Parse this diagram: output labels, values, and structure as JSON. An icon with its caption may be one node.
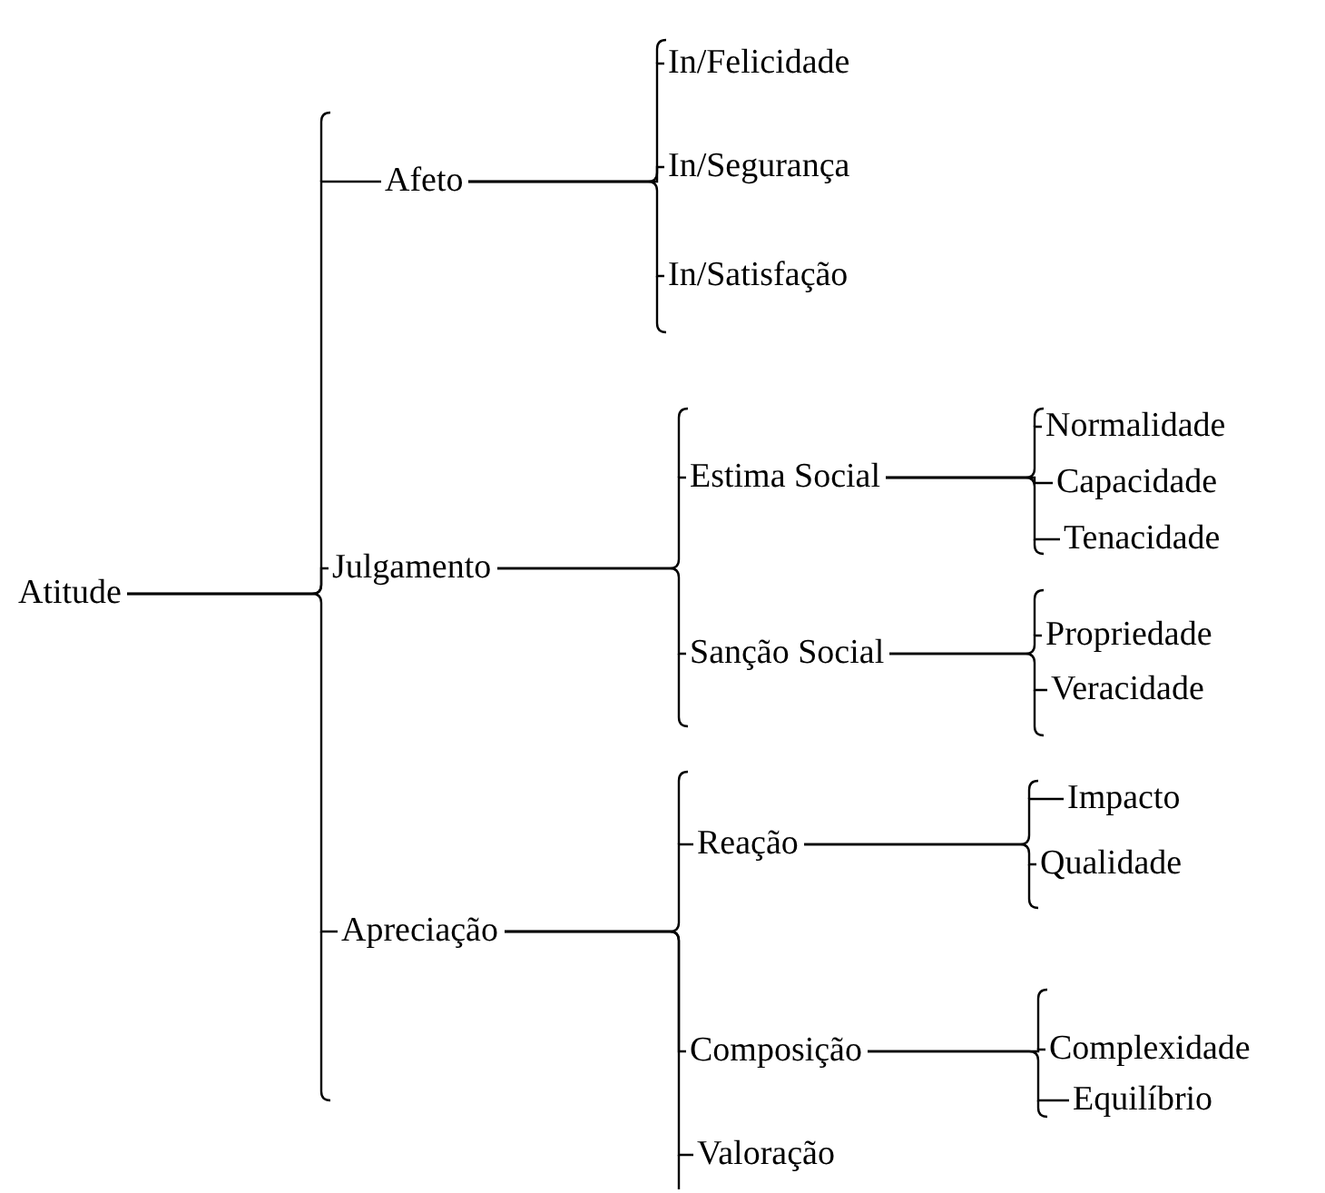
{
  "diagram": {
    "nodes": [
      {
        "text": [
          "Atitude"
        ]
      },
      {
        "text": [
          "Afeto"
        ]
      },
      {
        "text": [
          "In/Felicidade"
        ]
      },
      {
        "text": [
          "In/Segurança"
        ]
      },
      {
        "text": [
          "In/Satisfação"
        ]
      },
      {
        "text": [
          "Julgamento"
        ]
      },
      {
        "text": [
          "Estima Social"
        ]
      },
      {
        "text": [
          "Normalidade"
        ]
      },
      {
        "text": [
          "Capacidade"
        ]
      },
      {
        "text": [
          "Tenacidade"
        ]
      },
      {
        "text": [
          "Sanção Social"
        ]
      },
      {
        "text": [
          "Propriedade"
        ]
      },
      {
        "text": [
          "Veracidade"
        ]
      },
      {
        "text": [
          "Apreciação"
        ]
      },
      {
        "text": [
          "Reação"
        ]
      },
      {
        "text": [
          "Impacto"
        ]
      },
      {
        "text": [
          "Qualidade"
        ]
      },
      {
        "text": [
          "Composição"
        ]
      },
      {
        "text": [
          "Complexidade"
        ]
      },
      {
        "text": [
          "Equilíbrio"
        ]
      },
      {
        "text": [
          "Valoração"
        ]
      }
    ],
    "edges": [
      {
        "from": 0,
        "to": 1,
        "arrow": "none"
      },
      {
        "from": 0,
        "to": 5,
        "arrow": "none"
      },
      {
        "from": 0,
        "to": 13,
        "arrow": "none"
      },
      {
        "from": 1,
        "to": 2,
        "arrow": "none"
      },
      {
        "from": 1,
        "to": 3,
        "arrow": "none"
      },
      {
        "from": 1,
        "to": 4,
        "arrow": "none"
      },
      {
        "from": 5,
        "to": 6,
        "arrow": "none"
      },
      {
        "from": 5,
        "to": 10,
        "arrow": "none"
      },
      {
        "from": 6,
        "to": 7,
        "arrow": "none"
      },
      {
        "from": 6,
        "to": 8,
        "arrow": "none"
      },
      {
        "from": 6,
        "to": 9,
        "arrow": "none"
      },
      {
        "from": 10,
        "to": 11,
        "arrow": "none"
      },
      {
        "from": 10,
        "to": 12,
        "arrow": "none"
      },
      {
        "from": 13,
        "to": 14,
        "arrow": "none"
      },
      {
        "from": 13,
        "to": 17,
        "arrow": "none"
      },
      {
        "from": 13,
        "to": 20,
        "arrow": "none"
      },
      {
        "from": 14,
        "to": 15,
        "arrow": "none"
      },
      {
        "from": 14,
        "to": 16,
        "arrow": "none"
      },
      {
        "from": 17,
        "to": 18,
        "arrow": "none"
      },
      {
        "from": 17,
        "to": 19,
        "arrow": "none"
      }
    ]
  }
}
